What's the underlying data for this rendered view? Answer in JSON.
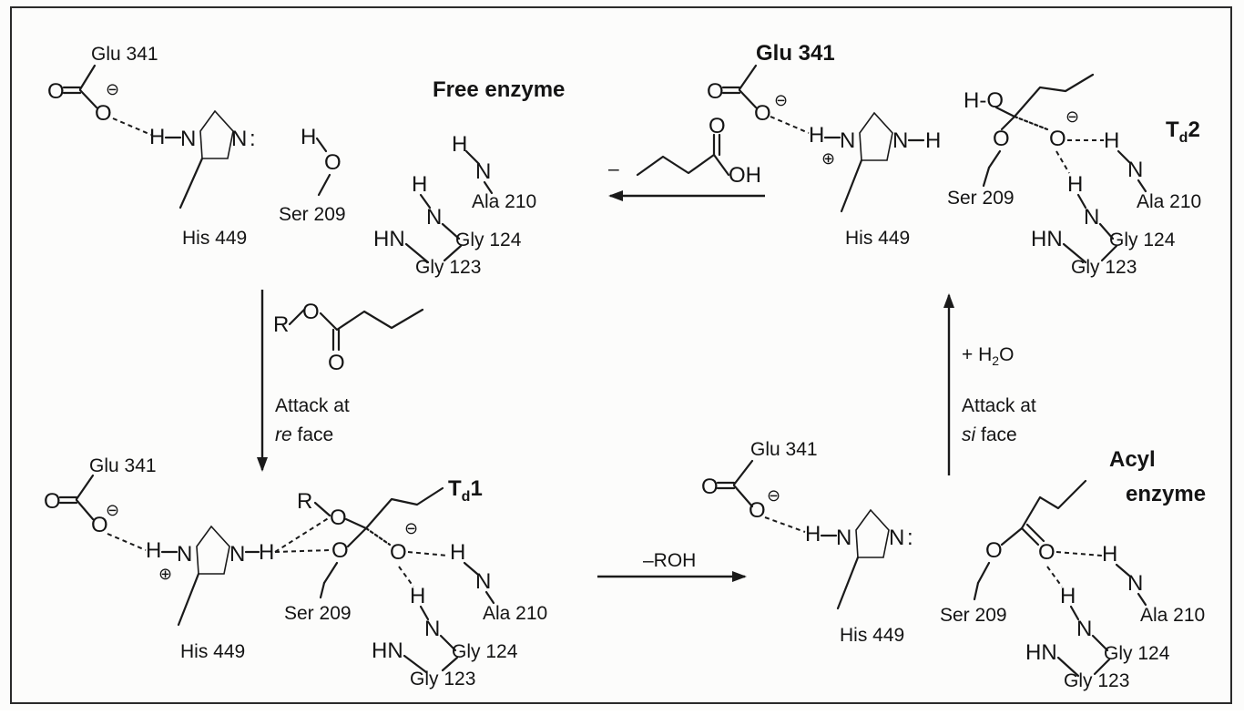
{
  "states": {
    "free": {
      "title": "Free enzyme",
      "glu": "Glu 341",
      "his": "His 449",
      "ser": "Ser 209",
      "ala": "Ala 210",
      "gly124": "Gly 124",
      "gly123": "Gly 123"
    },
    "td2": {
      "title": "Td2",
      "title_main": "T",
      "title_sub": "d",
      "title_num": "2",
      "glu": "Glu 341",
      "his": "His 449",
      "ser": "Ser 209",
      "ala": "Ala 210",
      "gly124": "Gly 124",
      "gly123": "Gly 123"
    },
    "td1": {
      "title": "Td1",
      "title_main": "T",
      "title_sub": "d",
      "title_num": "1",
      "glu": "Glu 341",
      "his": "His 449",
      "ser": "Ser 209",
      "ala": "Ala 210",
      "gly124": "Gly 124",
      "gly123": "Gly 123"
    },
    "acyl": {
      "title_line1": "Acyl",
      "title_line2": "enzyme",
      "glu": "Glu 341",
      "his": "His 449",
      "ser": "Ser 209",
      "ala": "Ala 210",
      "gly124": "Gly 124",
      "gly123": "Gly 123"
    }
  },
  "arrows": {
    "top": {
      "sign": "–"
    },
    "left": {
      "line1": "Attack at",
      "line2_italic": "re",
      "line2_rest": " face"
    },
    "bottom": {
      "label": "–ROH"
    },
    "right": {
      "reagent_prefix": "+ H",
      "reagent_sub": "2",
      "reagent_suffix": "O",
      "line1": "Attack at",
      "line2_italic": "si",
      "line2_rest": " face"
    }
  },
  "atoms": {
    "O": "O",
    "N": "N",
    "H": "H",
    "HN": "HN",
    "HO": "H-O",
    "OH": "OH",
    "R": "R",
    "minus": "⊖",
    "plus": "⊕",
    "colon": ":"
  }
}
